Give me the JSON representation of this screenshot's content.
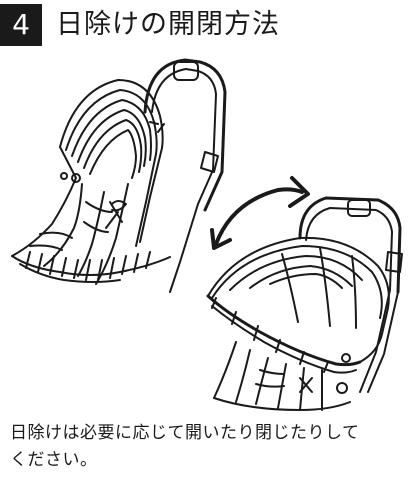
{
  "header": {
    "step_number": "4",
    "title": "日除けの開閉方法"
  },
  "illustration": {
    "left_icon": "stroller-canopy-folded-icon",
    "arrow_icon": "curved-double-arrow-icon",
    "right_icon": "stroller-canopy-open-icon"
  },
  "instruction": {
    "line1": "日除けは必要に応じて開いたり閉じたりして",
    "line2": "ください。"
  }
}
